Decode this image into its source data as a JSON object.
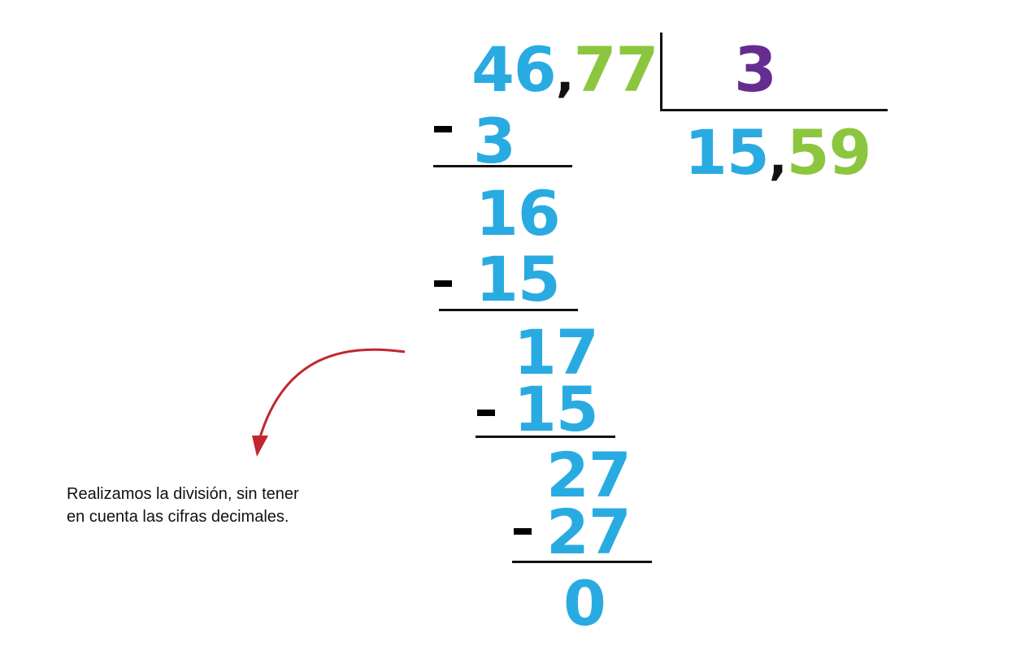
{
  "dividend": {
    "integer": "46",
    "separator": ",",
    "decimal": "77"
  },
  "divisor": "3",
  "quotient": {
    "integer": "15",
    "separator": ",",
    "decimal": "59"
  },
  "steps": [
    {
      "value": "3",
      "minus": "-"
    },
    {
      "value": "16"
    },
    {
      "value": "15",
      "minus": "-"
    },
    {
      "value": "17"
    },
    {
      "value": "15",
      "minus": "-"
    },
    {
      "value": "27"
    },
    {
      "value": "27",
      "minus": "-"
    },
    {
      "value": "0"
    }
  ],
  "note": {
    "line1": "Realizamos la división, sin tener",
    "line2": "en cuenta las cifras decimales."
  },
  "colors": {
    "integer_digits": "#29abe2",
    "decimal_digits": "#8cc63f",
    "divisor": "#662d91",
    "arrow": "#c1272d"
  }
}
